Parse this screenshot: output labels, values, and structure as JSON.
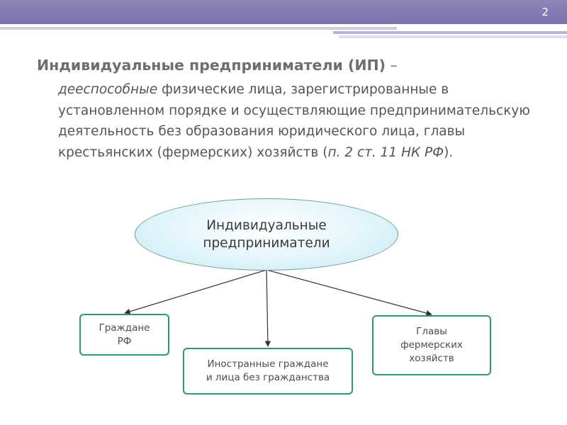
{
  "slide": {
    "number": "2"
  },
  "definition": {
    "term": "Индивидуальные предприниматели (ИП)",
    "dash": " –",
    "italic_word": "дееспособные",
    "body_main": " физические лица, зарегистрированные в установленном порядке и осуществляющие предпринимательскую деятельность без образования юридического лица, главы крестьянских (фермерских) хозяйств (",
    "citation": "п. 2 ст. 11 НК РФ",
    "closing": ")."
  },
  "diagram": {
    "root": {
      "line1": "Индивидуальные",
      "line2": "предприниматели"
    },
    "children": [
      {
        "line1": "Граждане",
        "line2": "РФ"
      },
      {
        "line1": "Иностранные граждане",
        "line2": "и лица без гражданства"
      },
      {
        "line1": "Главы",
        "line2": "фермерских",
        "line3": "хозяйств"
      }
    ]
  },
  "colors": {
    "header_bar": "#7a72ab",
    "node_border": "#2f9676",
    "ellipse_fill": "#e2f5fb"
  }
}
